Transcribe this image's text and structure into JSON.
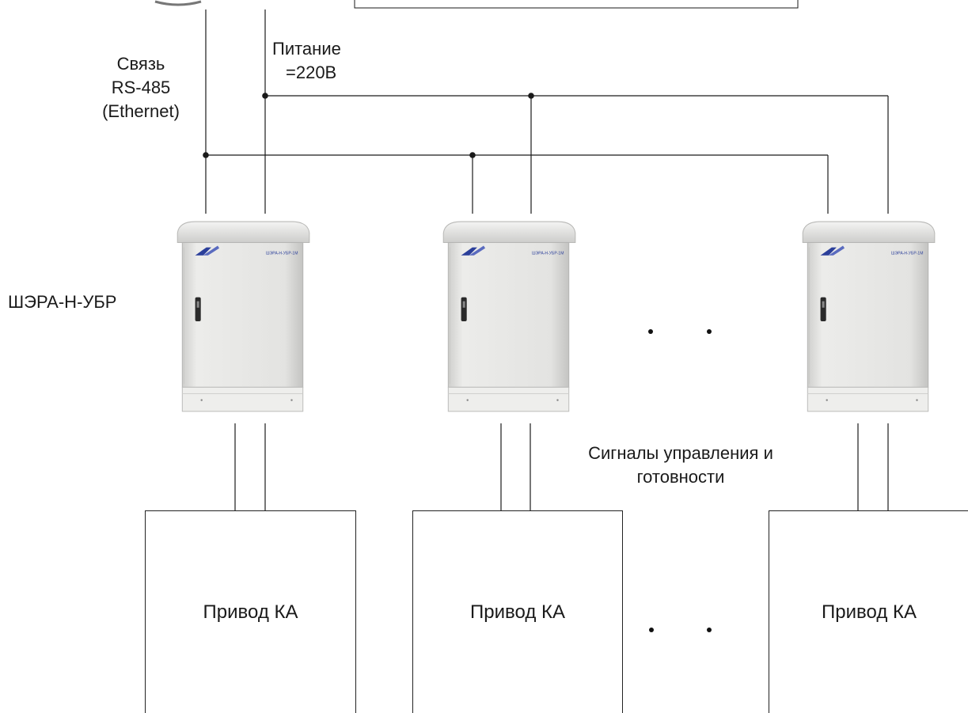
{
  "labels": {
    "comm_line1": "Связь",
    "comm_line2": "RS-485",
    "comm_line3": "(Ethernet)",
    "power_line1": "Питание",
    "power_line2": "=220В",
    "cabinet": "ШЭРА-Н-УБР",
    "signals_line1": "Сигналы управления и",
    "signals_line2": "готовности"
  },
  "cabinet_brand": "ШЭРА-Н-УБР-1М",
  "drives": [
    {
      "label": "Привод КА"
    },
    {
      "label": "Привод КА"
    },
    {
      "label": "Привод КА"
    }
  ],
  "colors": {
    "line": "#1a1a1a",
    "cabinet_body": "#e4e4e2",
    "cabinet_logo": "#2b3f9a"
  }
}
